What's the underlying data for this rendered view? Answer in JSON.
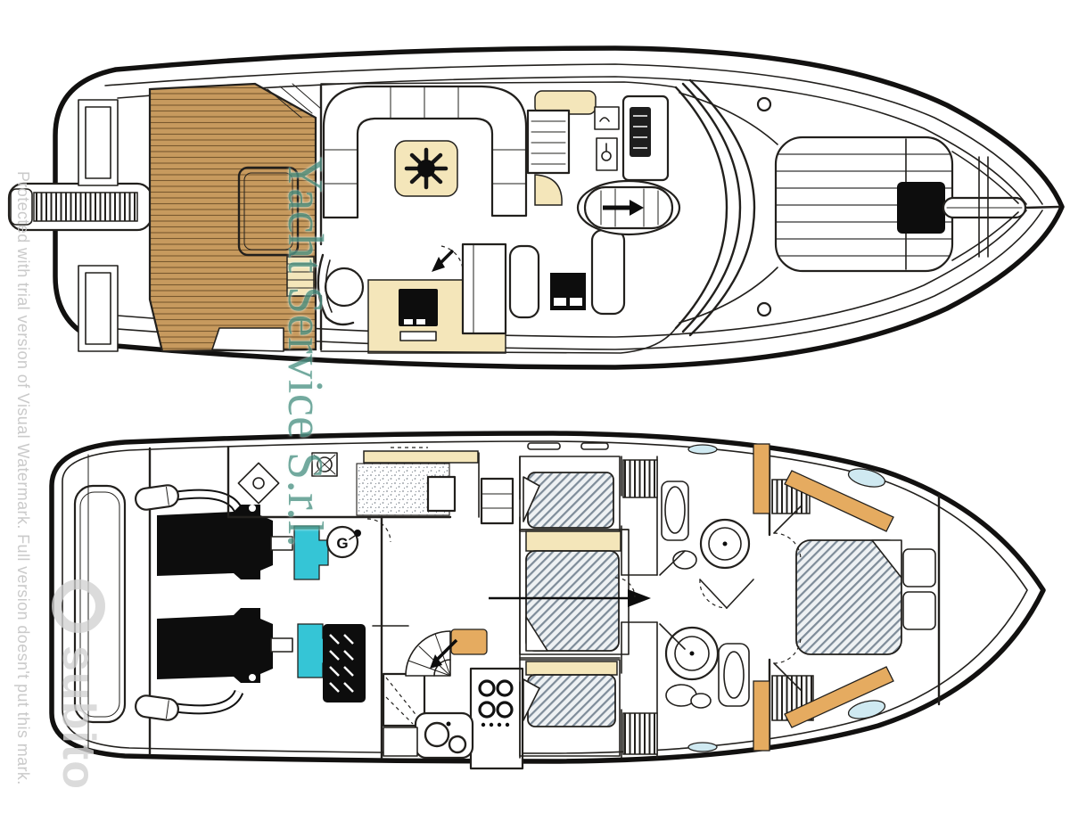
{
  "page": {
    "background": "#ffffff"
  },
  "watermarks": {
    "protection_notice": "Protected with trial version of Visual Watermark. Full version doesn't put this mark.",
    "company": "Yacht Service S.r.l.",
    "marketplace": "subito"
  },
  "plan": {
    "generator_label": "G"
  },
  "colors": {
    "line": "#22201d",
    "hull": "#121110",
    "teak": "#c79a5e",
    "teak_line": "#79592f",
    "beige": "#f4e6ba",
    "tan": "#e5ab60",
    "cyan": "#35c5d6",
    "hatch_bg": "#eef1f3",
    "hatch_line": "#7e8c99",
    "porthole": "#cfe9f1",
    "speckle": "#878e96",
    "black": "#0d0d0d",
    "watermark_teal": "#4f9486",
    "watermark_gray": "#c6c6c6",
    "subito_gray": "#d2d2d2"
  }
}
